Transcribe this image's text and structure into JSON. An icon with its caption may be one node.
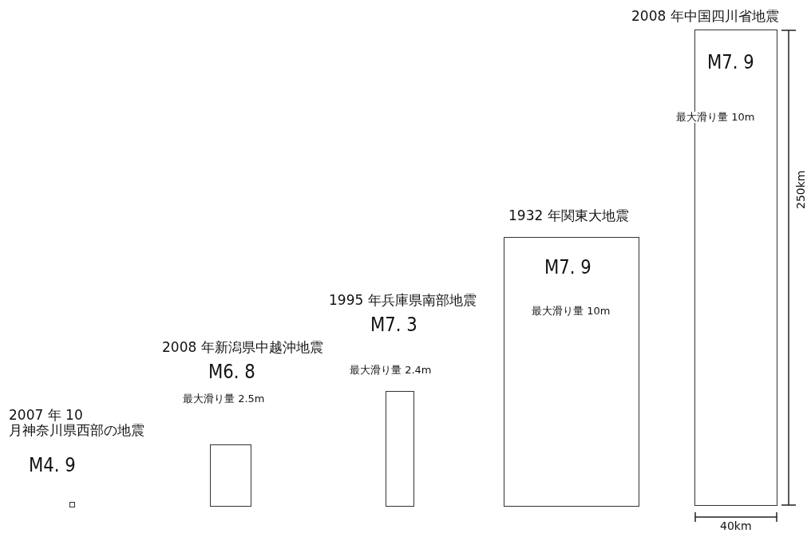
{
  "diagram": {
    "nodes": [
      {
        "text": [
          "2007 年 10 月神奈川県西部の地震",
          "M4. 9"
        ]
      },
      {
        "text": [
          "2008 年新潟県中越沖地震",
          "M6. 8",
          "最大滑り量 2.5m"
        ]
      },
      {
        "text": [
          "1995 年兵庫県南部地震",
          "M7. 3",
          "最大滑り量 2.4m"
        ]
      },
      {
        "text": [
          "1932 年関東大地震",
          "M7. 9",
          "最大滑り量 10m"
        ]
      },
      {
        "text": [
          "2008 年中国四川省地震",
          "M7. 9",
          "最大滑り量 10m"
        ]
      }
    ],
    "labels": [
      "250km",
      "40km"
    ]
  }
}
